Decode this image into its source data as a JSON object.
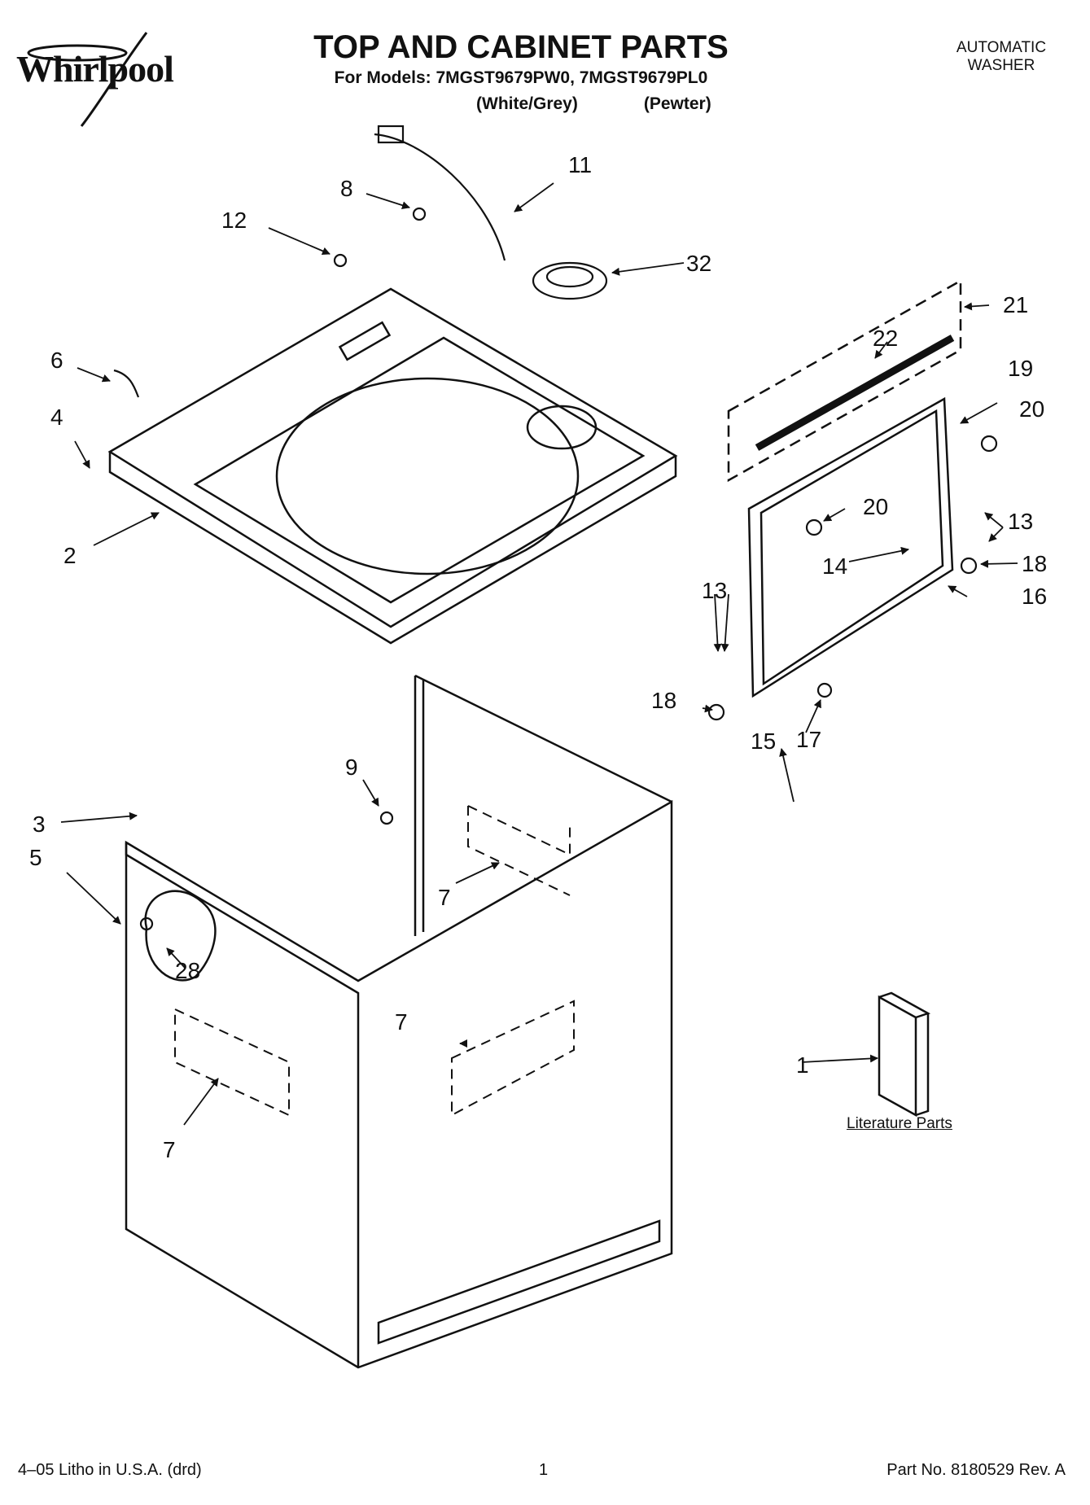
{
  "header": {
    "brand": "Whirlpool",
    "title": "TOP AND CABINET PARTS",
    "models_line": "For Models: 7MGST9679PW0, 7MGST9679PL0",
    "variant_1": "(White/Grey)",
    "variant_2": "(Pewter)",
    "appliance_line1": "AUTOMATIC",
    "appliance_line2": "WASHER"
  },
  "callouts": {
    "c1": "1",
    "c2": "2",
    "c3": "3",
    "c4": "4",
    "c5": "5",
    "c6": "6",
    "c7a": "7",
    "c7b": "7",
    "c7c": "7",
    "c8": "8",
    "c9": "9",
    "c11": "11",
    "c12": "12",
    "c13a": "13",
    "c13b": "13",
    "c14": "14",
    "c15": "15",
    "c16": "16",
    "c17": "17",
    "c18a": "18",
    "c18b": "18",
    "c19": "19",
    "c20a": "20",
    "c20b": "20",
    "c21": "21",
    "c22": "22",
    "c28": "28",
    "c32": "32"
  },
  "literature_label": "Literature Parts",
  "footer": {
    "left": "4–05 Litho in U.S.A. (drd)",
    "page": "1",
    "right": "Part No. 8180529 Rev. A"
  }
}
